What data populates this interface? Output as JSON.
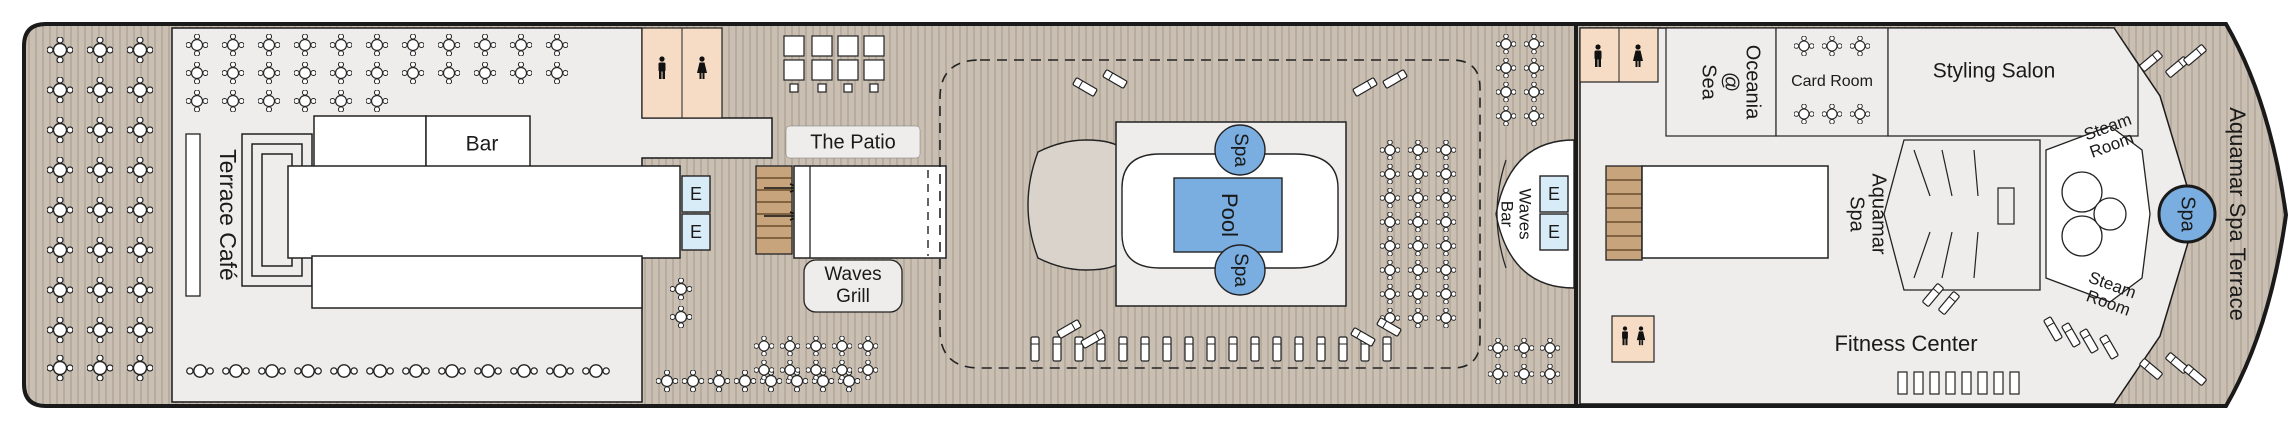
{
  "deck_map": {
    "colors": {
      "outline": "#1a1a1a",
      "wood": "#c9bfb2",
      "wood_line": "#ab9f90",
      "floor": "#efedeb",
      "restroom": "#f6dcc5",
      "pool": "#7aade0",
      "elevator": "#d8ecf7",
      "dome": "#d9d3cb"
    },
    "labels": {
      "terrace_cafe": "Terrace Café",
      "bar": "Bar",
      "the_patio": "The Patio",
      "waves_grill_line1": "Waves",
      "waves_grill_line2": "Grill",
      "pool": "Pool",
      "spa_top": "Spa",
      "spa_bottom": "Spa",
      "waves_bar_line1": "Waves",
      "waves_bar_line2": "Bar",
      "oceania_line1": "Oceania",
      "oceania_line2": "@",
      "oceania_line3": "Sea",
      "card_room": "Card Room",
      "styling_salon": "Styling Salon",
      "aquamar_spa_line1": "Aquamar",
      "aquamar_spa_line2": "Spa",
      "steam_room_top_line1": "Steam",
      "steam_room_top_line2": "Room",
      "steam_room_bottom_line1": "Steam",
      "steam_room_bottom_line2": "Room",
      "spa_round": "Spa",
      "aquamar_spa_terrace": "Aquamar Spa Terrace",
      "fitness_center": "Fitness Center",
      "elevator_letter": "E"
    },
    "icons": [
      "male-restroom-icon",
      "female-restroom-icon",
      "accessible-restroom-icon",
      "stairs-icon",
      "elevator-icon"
    ]
  }
}
